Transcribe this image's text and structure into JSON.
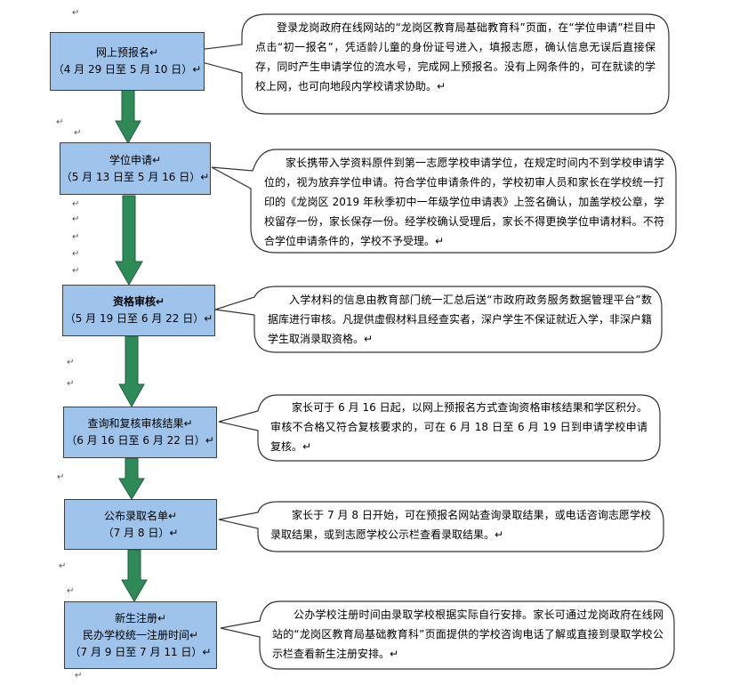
{
  "steps": [
    {
      "lines": [
        "网上预报名↵",
        "（4 月 29 日至 5 月 10 日）↵"
      ],
      "desc": "登录龙岗政府在线网站的“龙岗区教育局基础教育科”页面，在“学位申请”栏目中点击“初一报名”，凭适龄儿童的身份证号进入，填报志愿，确认信息无误后直接保存，同时产生申请学位的流水号，完成网上预报名。没有上网条件的，可在就读的学校上网，也可向地段内学校请求协助。↵"
    },
    {
      "lines": [
        "学位申请↵",
        "（5 月 13 日至 5 月 16 日）↵"
      ],
      "desc": "家长携带入学资料原件到第一志愿学校申请学位，在规定时间内不到学校申请学位的，视为放弃学位申请。符合学位申请条件的，学校初审人员和家长在学校统一打印的《龙岗区 2019 年秋季初中一年级学位申请表》上签名确认，加盖学校公章，学校留存一份，家长保存一份。经学校确认受理后，家长不得更换学位申请材料。不符合学位申请条件的，学校不予受理。↵"
    },
    {
      "lines": [
        "资格审核↵",
        "（5 月 19 日至 6 月 22 日）↵"
      ],
      "desc": "入学材料的信息由教育部门统一汇总后送“市政府政务服务数据管理平台”数据库进行审核。凡提供虚假材料且经查实者，深户学生不保证就近入学，非深户籍学生取消录取资格。↵"
    },
    {
      "lines": [
        "查询和复核审核结果↵",
        "（6 月 16 日至 6 月 22 日）↵"
      ],
      "desc": "家长可于 6 月 16 日起，以网上预报名方式查询资格审核结果和学区积分。审核不合格又符合复核要求的，可在 6 月 18 日至 6 月 19 日到申请学校申请复核。↵"
    },
    {
      "lines": [
        "公布录取名单↵",
        "（7 月 8 日）↵"
      ],
      "desc": "家长于 7 月 8 日开始，可在预报名网站查询录取结果，或电话咨询志愿学校录取结果，或到志愿学校公示栏查看录取结果。↵"
    },
    {
      "lines": [
        "新生注册↵",
        "民办学校统一注册时间↵",
        "（7 月 9 日至 7 月 11 日）↵"
      ],
      "desc": "公办学校注册时间由录取学校根据实际自行安排。家长可通过龙岗政府在线网站的“龙岗区教育局基础教育科”页面提供的学校咨询电话了解或直接到录取学校公示栏查看新生注册安排。↵"
    }
  ],
  "paragraph_mark": "↵",
  "colors": {
    "box_fill": "#9ec4ec",
    "box_border": "#3f3f3f",
    "arrow_fill": "#2e8b57",
    "arrow_stroke": "#1f5f3b"
  }
}
